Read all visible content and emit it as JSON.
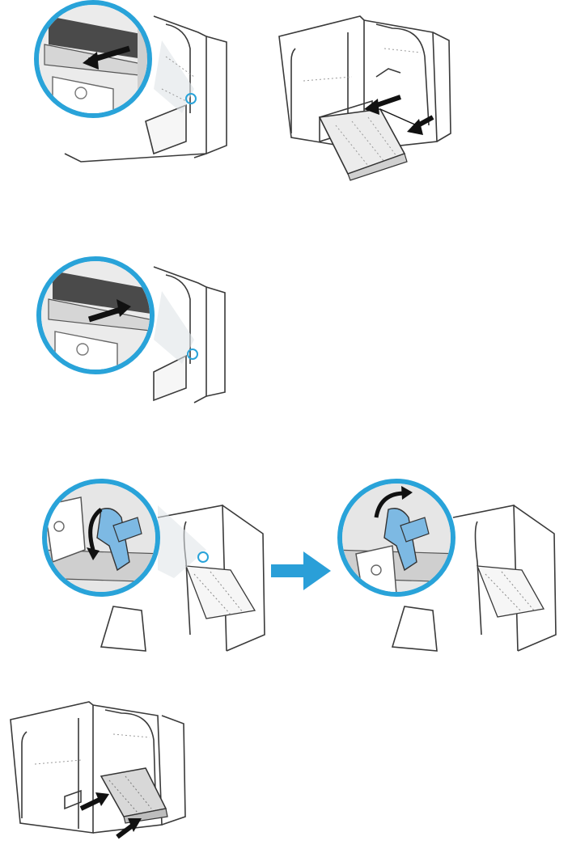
{
  "colors": {
    "outline": "#3a3a3a",
    "light_outline": "#9a9a9a",
    "panel_fill": "#f6f6f6",
    "callout_blue": "#29a3d9",
    "lever_blue": "#7db9e3",
    "arrow_blue": "#2a9fd8",
    "arrow_black": "#111111"
  },
  "steps": [
    {
      "id": "1",
      "description_icon": "slide-latch-left-zoom"
    },
    {
      "id": "2",
      "description_icon": "pull-tray-out"
    },
    {
      "id": "3",
      "description_icon": "slide-latch-right-zoom"
    },
    {
      "id": "4",
      "description_icon": "rotate-lever-down-zoom"
    },
    {
      "id": "5",
      "description_icon": "rotate-lever-up-zoom"
    },
    {
      "id": "6",
      "description_icon": "push-tray-in"
    }
  ],
  "between_arrow_icon": "right-arrow-icon"
}
